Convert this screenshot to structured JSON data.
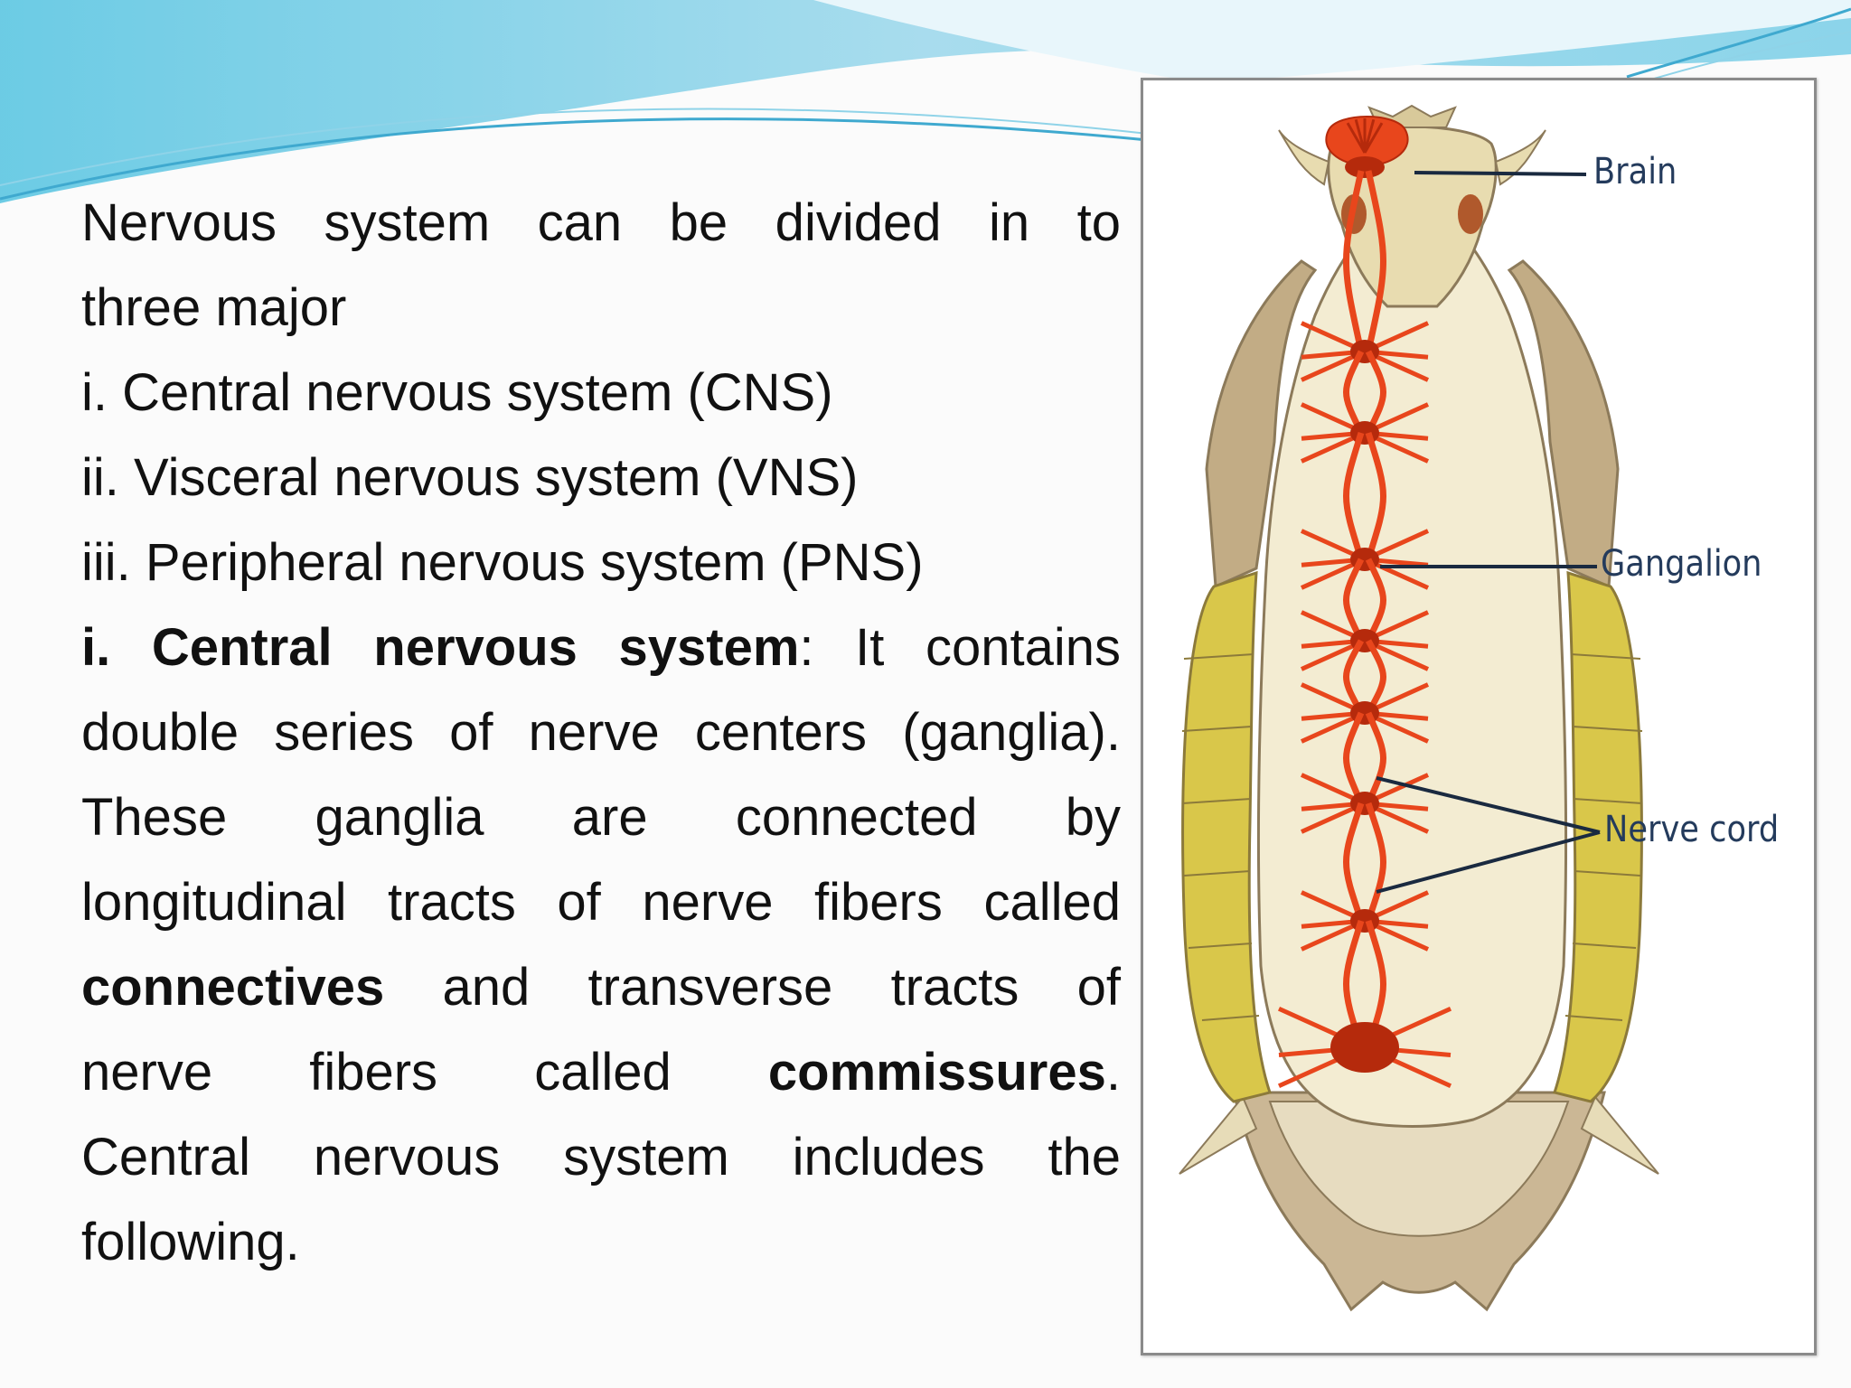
{
  "text": {
    "p1": {
      "l1": "Nervous system can be divided in to",
      "l2": "three major"
    },
    "list": [
      "i. Central nervous system (CNS)",
      "ii. Visceral nervous system (VNS)",
      "iii. Peripheral nervous system (PNS)"
    ],
    "p2": {
      "heading": "i. Central nervous system",
      "l1_rest": ": It contains",
      "l2": "double series of nerve centers (ganglia).",
      "l3": "These ganglia are connected by",
      "l4": "longitudinal tracts of nerve fibers called",
      "l5_bold": "connectives",
      "l5_rest": " and transverse tracts of",
      "l6_pre": "nerve fibers called ",
      "l6_bold": "commissures",
      "l6_post": ".",
      "l7": "Central nervous system includes the",
      "l8": "following."
    }
  },
  "figure": {
    "labels": {
      "brain": "Brain",
      "ganglion": "Gangalion",
      "nerve_cord": "Nerve cord"
    },
    "icon": "insect-nervous-system-diagram",
    "colors": {
      "nerve": "#e8461c",
      "ganglion_dark": "#b52a0c",
      "body_fill": "#f3ecd2",
      "segment_yellow": "#d9c74a",
      "side_brown": "#c2ac85",
      "label_line": "#1a2a40"
    }
  },
  "theme": {
    "wave_light": "#bfe6f1",
    "wave_mid": "#7fcfe6",
    "wave_dark": "#49bcdc"
  }
}
